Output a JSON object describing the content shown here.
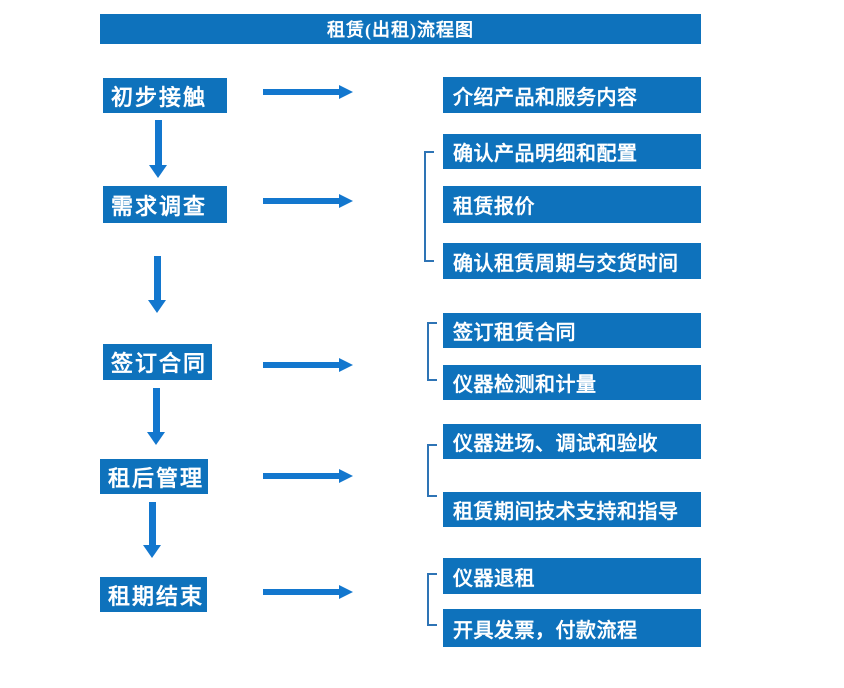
{
  "title": "租赁(出租)流程图",
  "colors": {
    "box_fill": "#0E72BC",
    "arrow": "#1377CE",
    "bracket": "#2E74B5",
    "text": "#FFFFFF",
    "background": "#FFFFFF"
  },
  "stages": [
    {
      "label": "初步接触",
      "details": [
        "介绍产品和服务内容"
      ]
    },
    {
      "label": "需求调查",
      "details": [
        "确认产品明细和配置",
        "租赁报价",
        "确认租赁周期与交货时间"
      ]
    },
    {
      "label": "签订合同",
      "details": [
        "签订租赁合同",
        "仪器检测和计量"
      ]
    },
    {
      "label": "租后管理",
      "details": [
        "仪器进场、调试和验收",
        "租赁期间技术支持和指导"
      ]
    },
    {
      "label": "租期结束",
      "details": [
        "仪器退租",
        "开具发票，付款流程"
      ]
    }
  ]
}
